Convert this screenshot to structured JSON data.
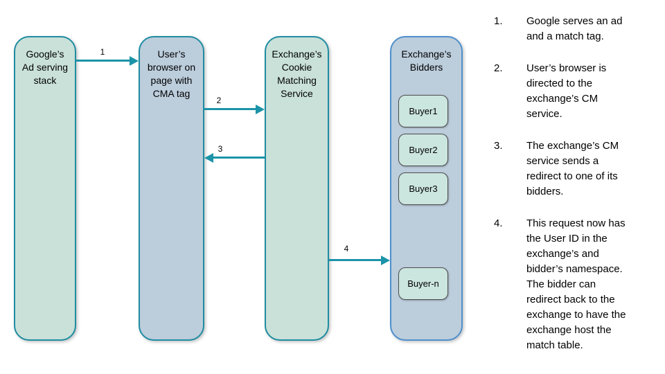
{
  "colors": {
    "teal": "#1b93a8",
    "teal-border": "#1f8ca1",
    "teal-fill": "#c9e1d9",
    "blue-fill": "#bccddc",
    "blue-border": "#4f8fcc",
    "buyer-fill": "#cbe5df",
    "buyer-border": "#4d4d4d"
  },
  "nodes": {
    "google": {
      "label": "Google’s\nAd serving\nstack"
    },
    "browser": {
      "label": "User’s\nbrowser on\npage with\nCMA tag"
    },
    "cm_service": {
      "label": "Exchange’s\nCookie\nMatching\nService"
    },
    "bidders": {
      "label": "Exchange’s\nBidders",
      "buyers": [
        {
          "label": "Buyer1"
        },
        {
          "label": "Buyer2"
        },
        {
          "label": "Buyer3"
        },
        {
          "label": "Buyer-n"
        }
      ]
    }
  },
  "arrows": [
    {
      "label": "1",
      "from": "google",
      "to": "browser"
    },
    {
      "label": "2",
      "from": "browser",
      "to": "cm_service"
    },
    {
      "label": "3",
      "from": "cm_service",
      "to": "browser"
    },
    {
      "label": "4",
      "from": "cm_service",
      "to": "bidders"
    }
  ],
  "steps": [
    {
      "num": "1.",
      "text": "Google serves an ad\nand a match tag."
    },
    {
      "num": "2.",
      "text": "User’s browser is\ndirected to the\nexchange’s CM\nservice."
    },
    {
      "num": "3.",
      "text": "The exchange’s CM\nservice sends a\nredirect to one of its\nbidders."
    },
    {
      "num": "4.",
      "text": "This request now has\nthe User ID in the\nexchange’s and\nbidder’s namespace.\nThe bidder can\nredirect back to the\nexchange to have the\nexchange host the\nmatch table."
    }
  ]
}
